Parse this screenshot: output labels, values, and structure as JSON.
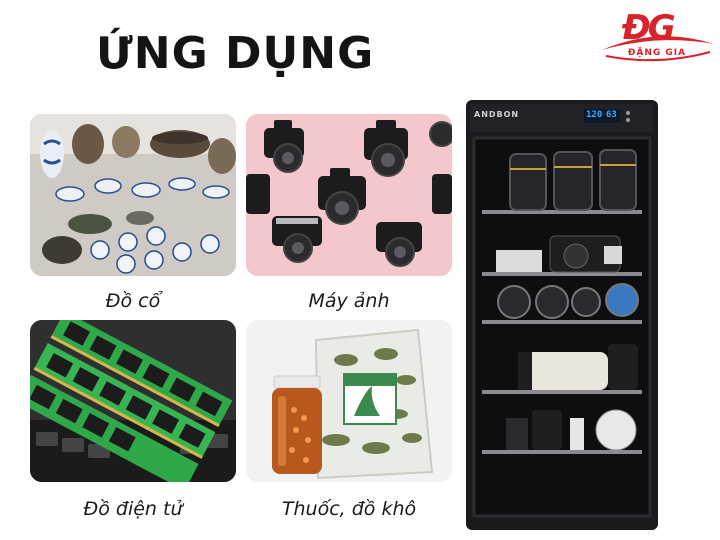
{
  "title": "ỨNG DỤNG",
  "logo": {
    "mark": "ĐG",
    "name": "ĐẶNG GIA"
  },
  "tiles": [
    {
      "caption": "Đồ cổ",
      "icon": "antique-ceramics-image"
    },
    {
      "caption": "Máy ảnh",
      "icon": "cameras-image"
    },
    {
      "caption": "Đồ điện tử",
      "icon": "ram-modules-image"
    },
    {
      "caption": "Thuốc, đồ khô",
      "icon": "medicine-tea-image"
    }
  ],
  "cabinet": {
    "brand": "ANDBON",
    "display_left": "120",
    "display_right": "63",
    "display_color": "#3fa9ff"
  },
  "colors": {
    "brand_red": "#d8232a",
    "title": "#141414"
  }
}
